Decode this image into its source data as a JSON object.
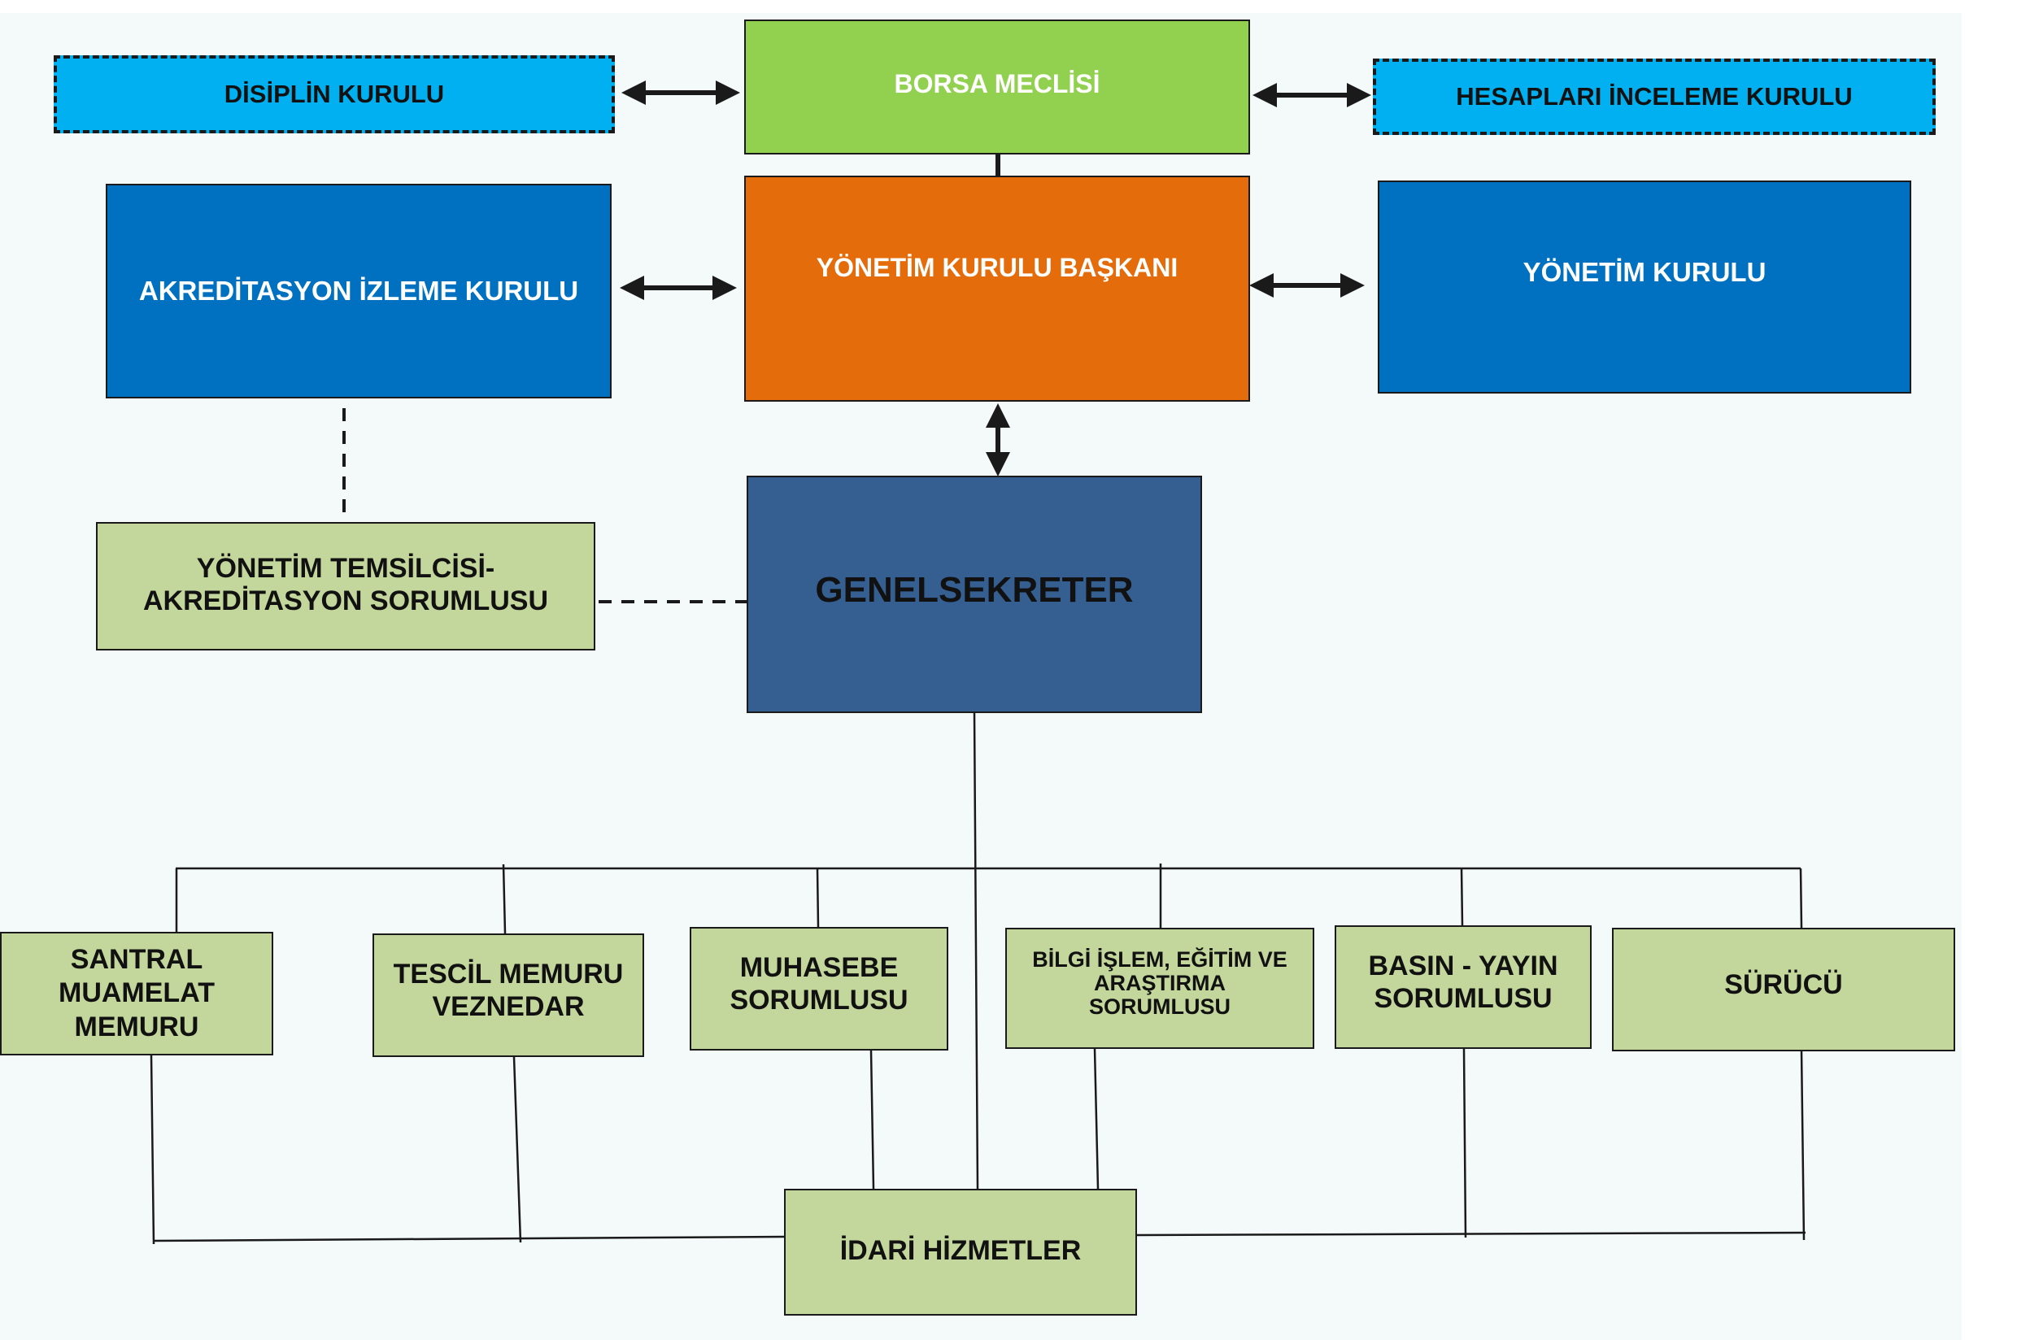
{
  "colors": {
    "light_blue": "#00b0f0",
    "green": "#92d050",
    "orange": "#e46c0a",
    "blue": "#0070c0",
    "navy": "#365f91",
    "sage": "#c3d69b",
    "line": "#1a1a1a"
  },
  "nodes": {
    "disiplin": "DİSİPLİN KURULU",
    "borsa_meclisi": "BORSA MECLİSİ",
    "hesaplari": "HESAPLARI İNCELEME  KURULU",
    "akreditasyon_izleme": "AKREDİTASYON İZLEME KURULU",
    "yk_baskani": "YÖNETİM KURULU BAŞKANI",
    "yonetim_kurulu": "YÖNETİM KURULU",
    "temsilci_line1": "YÖNETİM TEMSİLCİSİ-",
    "temsilci_line2": "AKREDİTASYON SORUMLUSU",
    "genel_sekreter": "GENELSEKRETER",
    "santral_line1": "SANTRAL",
    "santral_line2": "MUAMELAT",
    "santral_line3": "MEMURU",
    "tescil_line1": "TESCİL MEMURU",
    "tescil_line2": "VEZNEDAR",
    "muhasebe_line1": "MUHASEBE",
    "muhasebe_line2": "SORUMLUSU",
    "bilgi_line1": "BİLGİ İŞLEM, EĞİTİM VE",
    "bilgi_line2": "ARAŞTIRMA",
    "bilgi_line3": "SORUMLUSU",
    "basin_line1": "BASIN - YAYIN",
    "basin_line2": "SORUMLUSU",
    "surucu": "SÜRÜCÜ",
    "idari": "İDARİ HİZMETLER"
  }
}
